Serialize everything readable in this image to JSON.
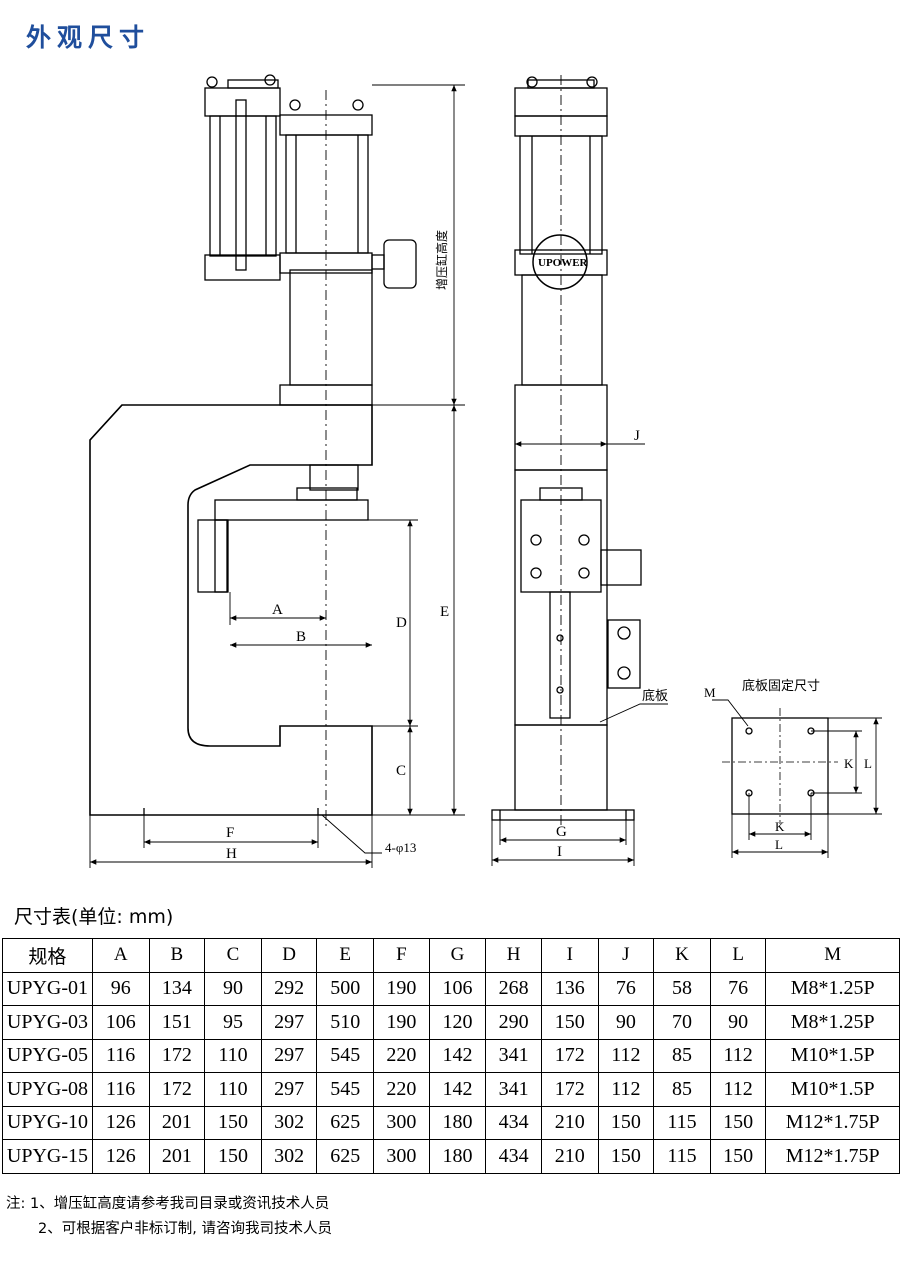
{
  "page_title": "外观尺寸",
  "drawing": {
    "front_labels": {
      "A": "A",
      "B": "B",
      "C": "C",
      "D": "D",
      "E": "E",
      "F": "F",
      "H": "H",
      "hole": "4-φ13",
      "booster_height": "增压缸高度"
    },
    "side_labels": {
      "J": "J",
      "G": "G",
      "I": "I",
      "base_plate": "底板",
      "logo": "UPOWER"
    },
    "plate_labels": {
      "title": "底板固定尺寸",
      "M": "M",
      "K": "K",
      "L": "L"
    }
  },
  "table": {
    "title": "尺寸表(单位: mm)",
    "headers": [
      "规格",
      "A",
      "B",
      "C",
      "D",
      "E",
      "F",
      "G",
      "H",
      "I",
      "J",
      "K",
      "L",
      "M"
    ],
    "rows": [
      [
        "UPYG-01",
        "96",
        "134",
        "90",
        "292",
        "500",
        "190",
        "106",
        "268",
        "136",
        "76",
        "58",
        "76",
        "M8*1.25P"
      ],
      [
        "UPYG-03",
        "106",
        "151",
        "95",
        "297",
        "510",
        "190",
        "120",
        "290",
        "150",
        "90",
        "70",
        "90",
        "M8*1.25P"
      ],
      [
        "UPYG-05",
        "116",
        "172",
        "110",
        "297",
        "545",
        "220",
        "142",
        "341",
        "172",
        "112",
        "85",
        "112",
        "M10*1.5P"
      ],
      [
        "UPYG-08",
        "116",
        "172",
        "110",
        "297",
        "545",
        "220",
        "142",
        "341",
        "172",
        "112",
        "85",
        "112",
        "M10*1.5P"
      ],
      [
        "UPYG-10",
        "126",
        "201",
        "150",
        "302",
        "625",
        "300",
        "180",
        "434",
        "210",
        "150",
        "115",
        "150",
        "M12*1.75P"
      ],
      [
        "UPYG-15",
        "126",
        "201",
        "150",
        "302",
        "625",
        "300",
        "180",
        "434",
        "210",
        "150",
        "115",
        "150",
        "M12*1.75P"
      ]
    ]
  },
  "notes": {
    "note1": "注: 1、增压缸高度请参考我司目录或资讯技术人员",
    "note2": "2、可根据客户非标订制, 请咨询我司技术人员"
  },
  "colors": {
    "title": "#1f4e9c",
    "line": "#000000"
  }
}
